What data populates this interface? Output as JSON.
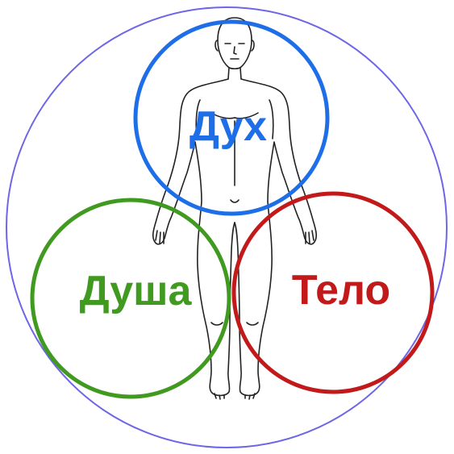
{
  "diagram": {
    "labels": {
      "spirit": "Дух",
      "soul": "Душа",
      "body": "Тело"
    },
    "colors": {
      "outer_circle": "#6d66e6",
      "spirit": "#1e6ee8",
      "soul": "#3f9a1f",
      "body": "#c21a1a",
      "figure_outline": "#222222"
    },
    "figure_icon": "human-body-outline-icon"
  }
}
